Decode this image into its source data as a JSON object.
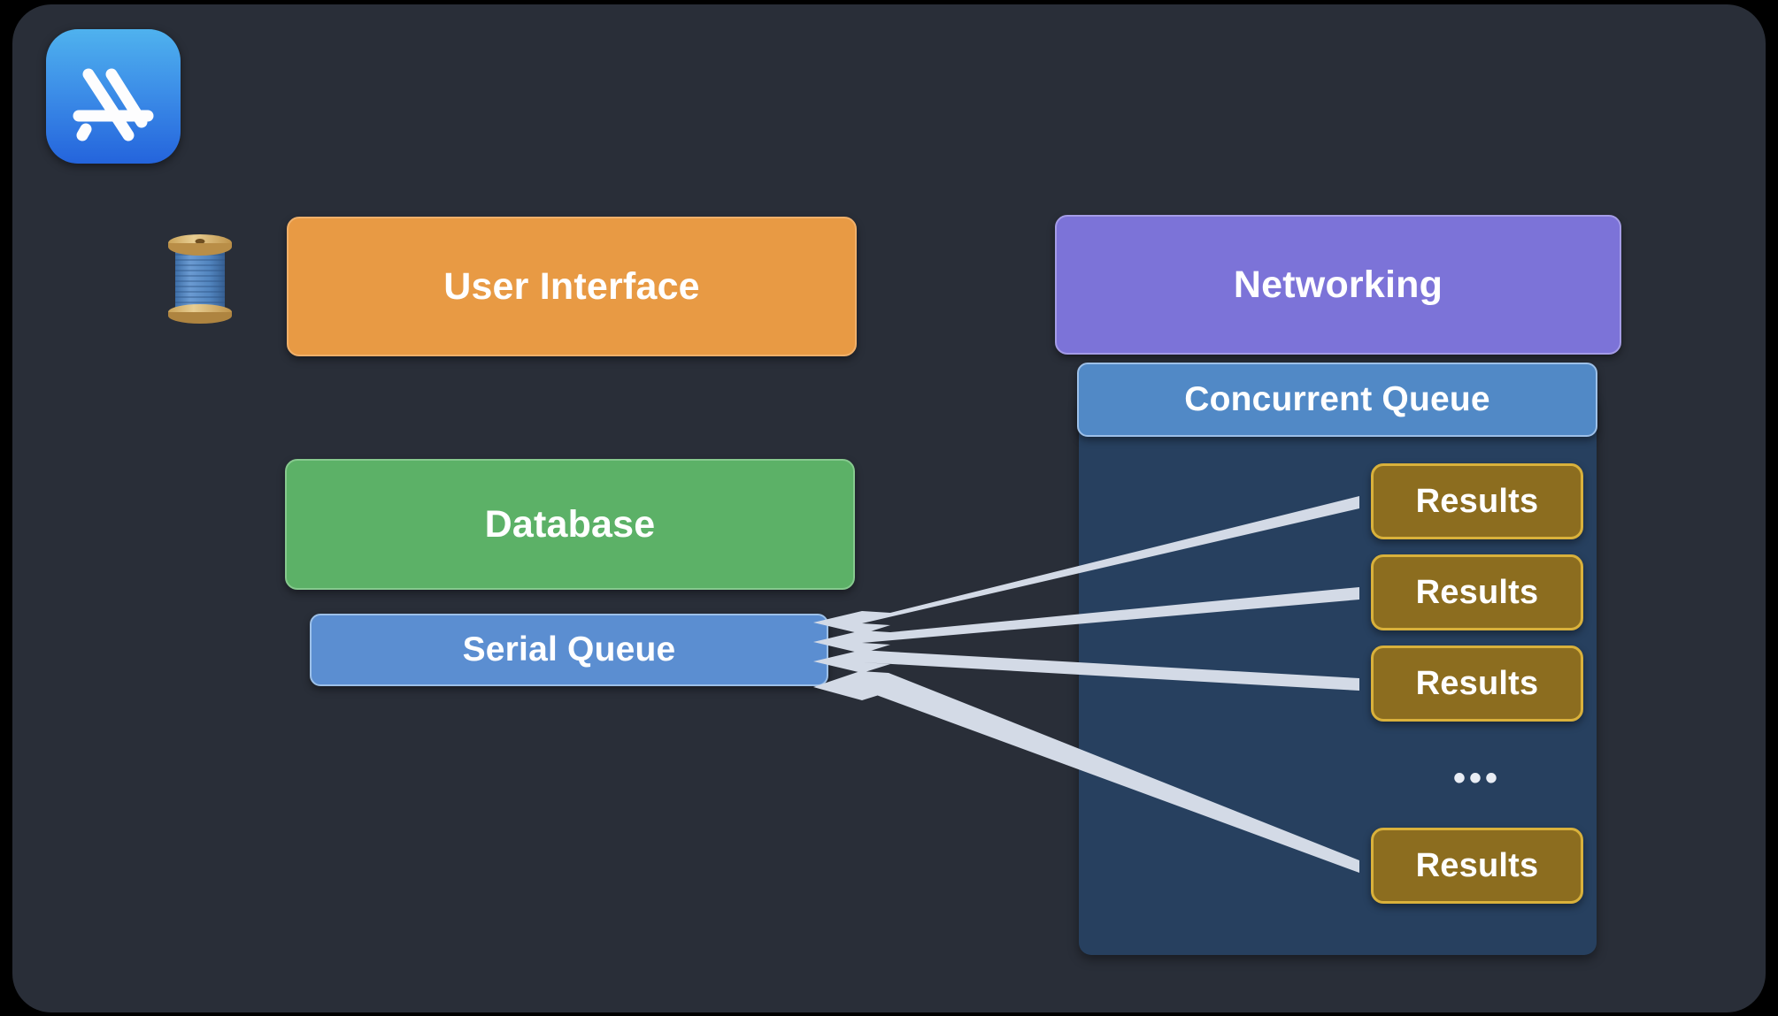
{
  "slide": {
    "background_color": "#292E38",
    "canvas_color": "#000000"
  },
  "icons": {
    "app_store": "app-store-icon",
    "thread": "thread-spool-icon"
  },
  "blocks": {
    "user_interface": {
      "label": "User Interface",
      "color": "#E89A44"
    },
    "database": {
      "label": "Database",
      "color": "#5CB167"
    },
    "serial_queue": {
      "label": "Serial Queue",
      "color": "#5B8ED1"
    },
    "networking": {
      "label": "Networking",
      "color": "#7C73D8"
    },
    "concurrent_queue": {
      "label": "Concurrent Queue",
      "color": "#5189C6"
    },
    "concurrent_panel_color": "#27405F"
  },
  "results": [
    {
      "label": "Results"
    },
    {
      "label": "Results"
    },
    {
      "label": "Results"
    },
    {
      "label": "Results"
    }
  ],
  "ellipsis": "•••",
  "arrows": {
    "color": "#D3DAE6",
    "count": 4,
    "direction": "results-to-serial-queue"
  }
}
